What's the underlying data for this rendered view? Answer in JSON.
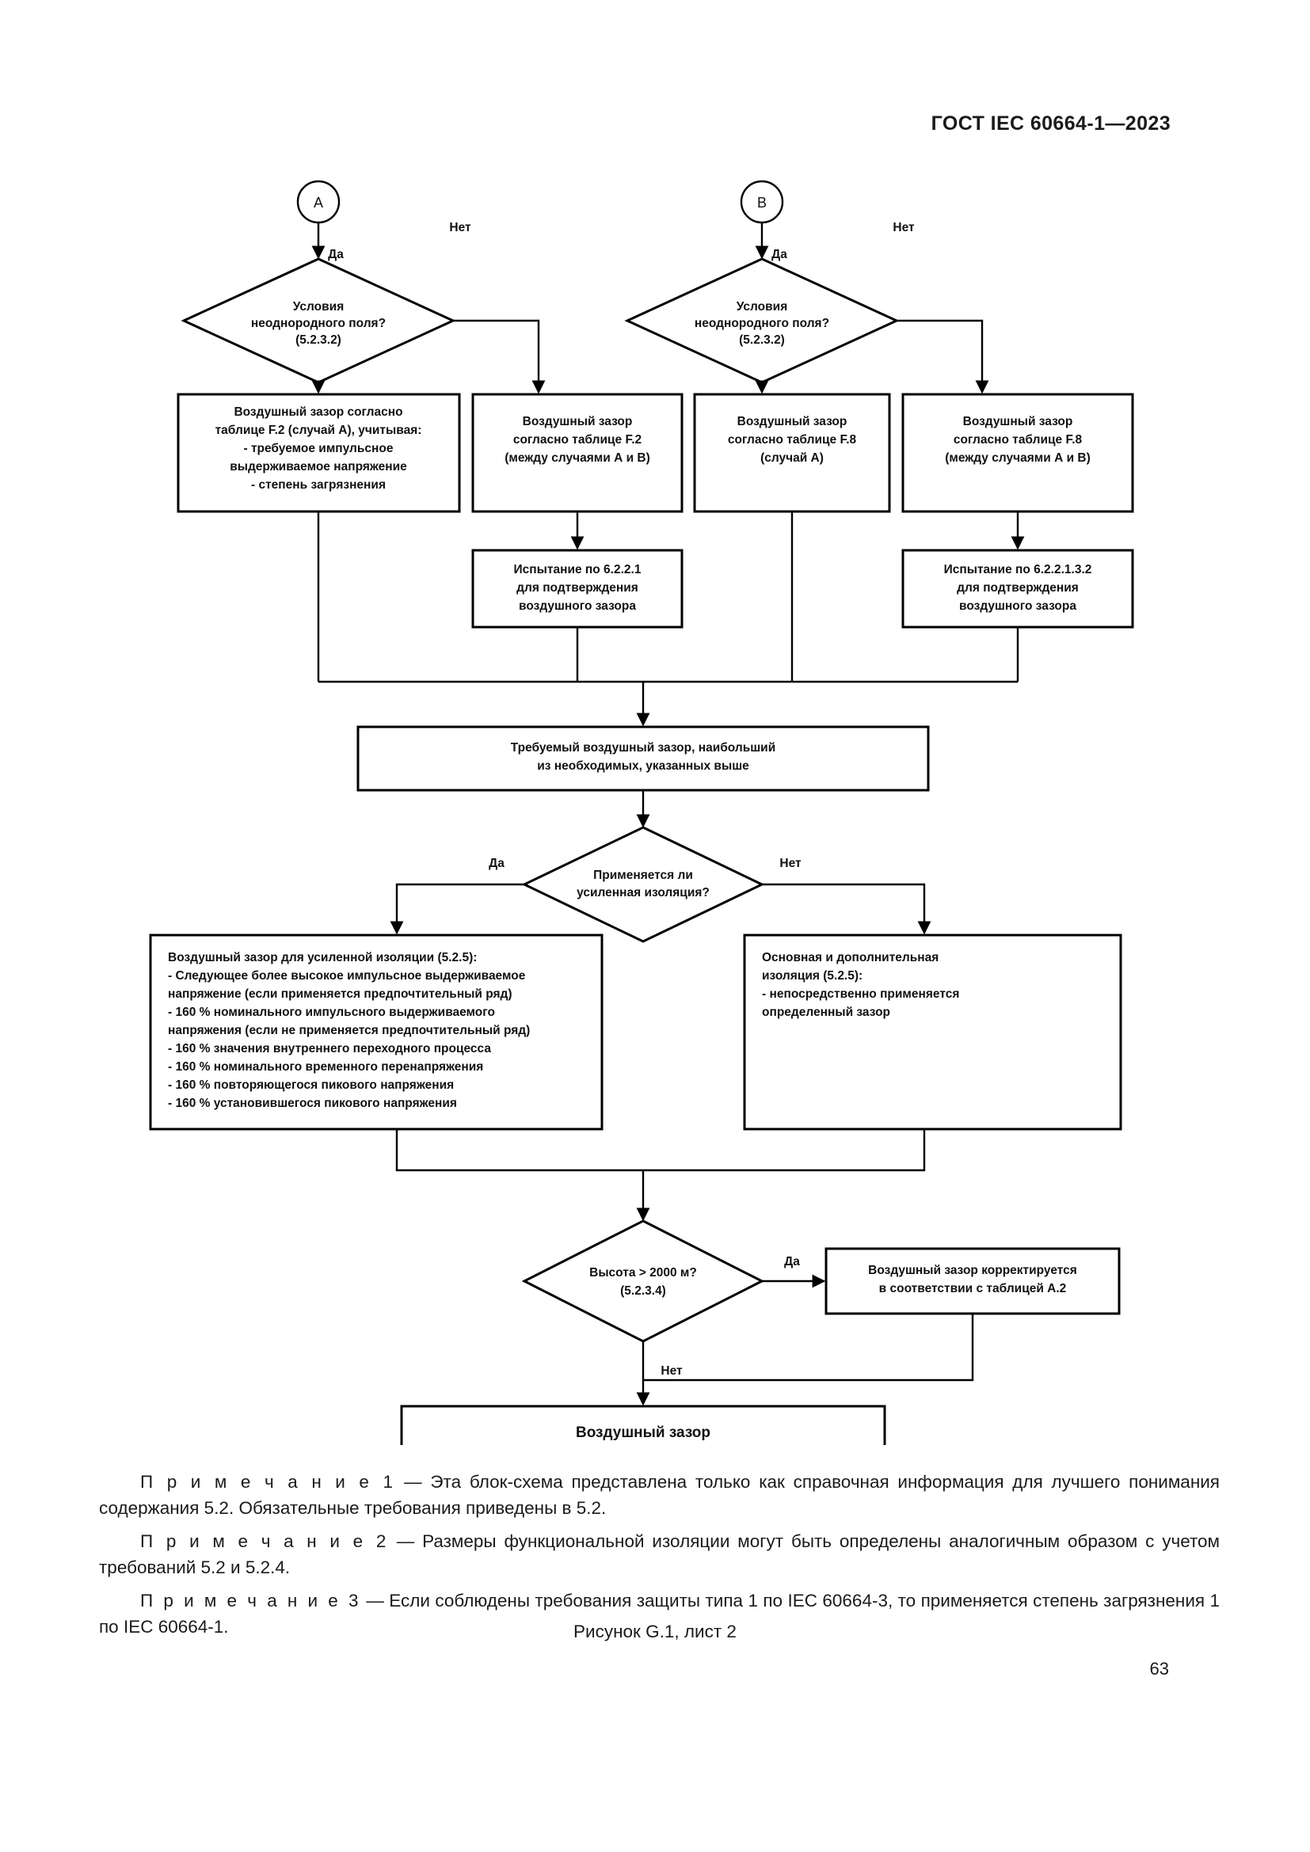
{
  "header": {
    "standard_title": "ГОСТ IEC 60664-1—2023"
  },
  "flowchart": {
    "connectors": {
      "a": "A",
      "b": "B"
    },
    "decisions": {
      "field_a": {
        "line1": "Условия",
        "line2": "неоднородного поля?",
        "line3": "(5.2.3.2)",
        "yes": "Да",
        "no": "Нет"
      },
      "field_b": {
        "line1": "Условия",
        "line2": "неоднородного поля?",
        "line3": "(5.2.3.2)",
        "yes": "Да",
        "no": "Нет"
      },
      "reinforced": {
        "line1": "Применяется ли",
        "line2": "усиленная изоляция?",
        "yes": "Да",
        "no": "Нет"
      },
      "altitude": {
        "line1": "Высота > 2000 м?",
        "line2": "(5.2.3.4)",
        "yes": "Да",
        "no": "Нет"
      }
    },
    "boxes": {
      "clearance_f2_case_a": [
        "Воздушный зазор согласно",
        "таблице F.2 (случай А), учитывая:",
        "- требуемое импульсное",
        "выдерживаемое напряжение",
        "- степень загрязнения"
      ],
      "clearance_f2_between": [
        "Воздушный зазор",
        "согласно таблице F.2",
        "(между случаями А и В)"
      ],
      "clearance_f8_case_a": [
        "Воздушный зазор",
        "согласно таблице F.8",
        "(случай А)"
      ],
      "clearance_f8_between": [
        "Воздушный зазор",
        "согласно таблице F.8",
        "(между случаями А и В)"
      ],
      "test_6221": [
        "Испытание по 6.2.2.1",
        "для подтверждения",
        "воздушного зазора"
      ],
      "test_622132": [
        "Испытание по 6.2.2.1.3.2",
        "для подтверждения",
        "воздушного зазора"
      ],
      "required_clearance": [
        "Требуемый воздушный зазор, наибольший",
        "из необходимых, указанных выше"
      ],
      "reinforced_insulation": [
        "Воздушный зазор для усиленной изоляции (5.2.5):",
        " - Следующее более высокое импульсное выдерживаемое",
        "напряжение (если применяется предпочтительный ряд)",
        "- 160 % номинального импульсного выдерживаемого",
        "напряжения (если не применяется предпочтительный ряд)",
        "- 160 % значения внутреннего переходного процесса",
        "- 160 % номинального временного перенапряжения",
        "- 160 % повторяющегося пикового напряжения",
        "- 160 % установившегося пикового напряжения"
      ],
      "basic_supplementary": [
        "Основная и дополнительная",
        "изоляция (5.2.5):",
        "- непосредственно применяется",
        "определенный зазор"
      ],
      "altitude_correction": [
        "Воздушный зазор корректируется",
        "в соответствии с таблицей А.2"
      ],
      "result": "Воздушный зазор"
    }
  },
  "notes": [
    {
      "label": "П р и м е ч а н и е  1",
      "text": " — Эта блок-схема представлена только как справочная информация для лучшего понимания содержания 5.2. Обязательные требования приведены в 5.2."
    },
    {
      "label": "П р и м е ч а н и е  2",
      "text": " — Размеры функциональной изоляции могут быть определены аналогичным образом с учетом требований 5.2 и 5.2.4."
    },
    {
      "label": "П р и м е ч а н и е  3",
      "text": " — Если соблюдены требования защиты типа 1 по IEC 60664-3, то применяется степень загрязнения 1 по IEC 60664-1."
    }
  ],
  "figure_caption": "Рисунок G.1, лист 2",
  "page_number": "63"
}
